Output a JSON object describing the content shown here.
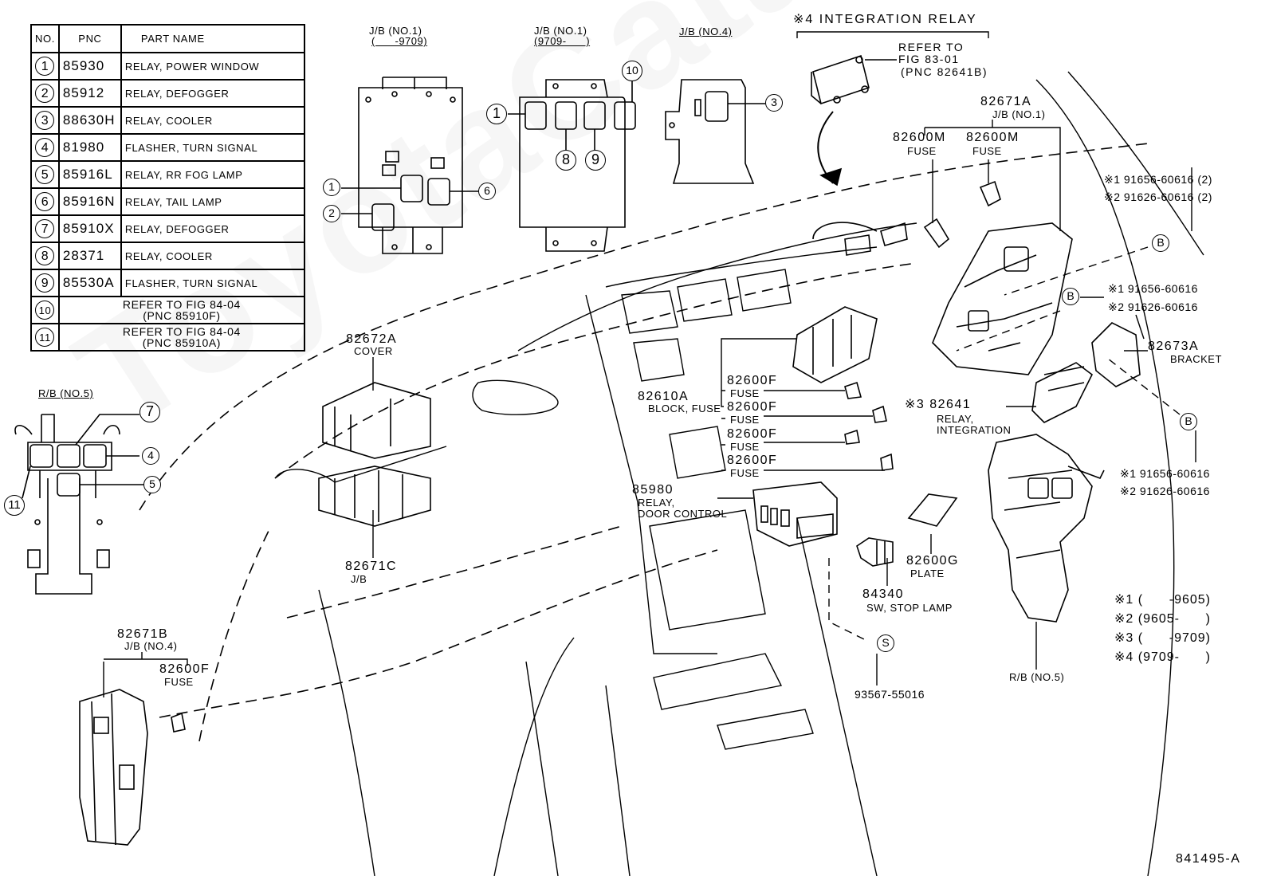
{
  "diagram": {
    "figure_id": "841495-A",
    "watermark": "ToyotaCatalog.ru"
  },
  "parts_table": {
    "headers": {
      "no": "NO.",
      "pnc": "PNC",
      "part_name": "PART NAME"
    },
    "rows": [
      {
        "no": "1",
        "pnc": "85930",
        "name": "RELAY, POWER WINDOW"
      },
      {
        "no": "2",
        "pnc": "85912",
        "name": "RELAY, DEFOGGER"
      },
      {
        "no": "3",
        "pnc": "88630H",
        "name": "RELAY, COOLER"
      },
      {
        "no": "4",
        "pnc": "81980",
        "name": "FLASHER, TURN SIGNAL"
      },
      {
        "no": "5",
        "pnc": "85916L",
        "name": "RELAY, RR FOG LAMP"
      },
      {
        "no": "6",
        "pnc": "85916N",
        "name": "RELAY, TAIL LAMP"
      },
      {
        "no": "7",
        "pnc": "85910X",
        "name": "RELAY, DEFOGGER"
      },
      {
        "no": "8",
        "pnc": "28371",
        "name": "RELAY, COOLER"
      },
      {
        "no": "9",
        "pnc": "85530A",
        "name": "FLASHER, TURN SIGNAL"
      }
    ],
    "refer_rows": [
      {
        "no": "10",
        "line1": "REFER TO FIG 84-04",
        "line2": "(PNC 85910F)"
      },
      {
        "no": "11",
        "line1": "REFER TO FIG 84-04",
        "line2": "(PNC 85910A)"
      }
    ]
  },
  "insets": {
    "jb1_old": {
      "title": "J/B (NO.1)",
      "range": "(      -9709)",
      "callouts": [
        "1",
        "2",
        "6"
      ]
    },
    "jb1_new": {
      "title": "J/B (NO.1)",
      "range": "(9709-      )",
      "callouts": [
        "1",
        "8",
        "9",
        "10"
      ]
    },
    "jb4": {
      "title": "J/B (NO.4)",
      "callouts": [
        "3"
      ]
    },
    "rb5": {
      "title": "R/B (NO.5)",
      "callouts": [
        "7",
        "4",
        "5",
        "11"
      ]
    }
  },
  "integration_relay": {
    "title": "※4 INTEGRATION RELAY",
    "refer_line1": "REFER TO",
    "refer_line2": "FIG 83-01",
    "refer_line3": "(PNC 82641B)"
  },
  "labels": {
    "jb1_main": {
      "pnc": "82671A",
      "sub": "J/B (NO.1)"
    },
    "fuse_m1": {
      "pnc": "82600M",
      "sub": "FUSE"
    },
    "fuse_m2": {
      "pnc": "82600M",
      "sub": "FUSE"
    },
    "bolt_top": {
      "l1": "※1 91656-60616 (2)",
      "l2": "※2 91626-60616 (2)"
    },
    "bolt_mid": {
      "l1": "※1 91656-60616",
      "l2": "※2 91626-60616"
    },
    "bolt_low": {
      "l1": "※1 91656-60616",
      "l2": "※2 91626-60616"
    },
    "bracket": {
      "pnc": "82673A",
      "sub": "BRACKET"
    },
    "relay_integration": {
      "pnc": "※3 82641",
      "sub1": "RELAY,",
      "sub2": "INTEGRATION"
    },
    "block_fuse": {
      "pnc": "82610A",
      "sub": "BLOCK, FUSE"
    },
    "fuse_f": [
      {
        "pnc": "82600F",
        "sub": "FUSE"
      },
      {
        "pnc": "82600F",
        "sub": "FUSE"
      },
      {
        "pnc": "82600F",
        "sub": "FUSE"
      },
      {
        "pnc": "82600F",
        "sub": "FUSE"
      }
    ],
    "cover": {
      "pnc": "82672A",
      "sub": "COVER"
    },
    "jb_c": {
      "pnc": "82671C",
      "sub": "J/B"
    },
    "door_relay": {
      "pnc": "85980",
      "sub1": "RELAY,",
      "sub2": "DOOR CONTROL"
    },
    "plate": {
      "pnc": "82600G",
      "sub": "PLATE"
    },
    "stop_lamp": {
      "pnc": "84340",
      "sub": "SW, STOP LAMP"
    },
    "screw": {
      "callout": "S",
      "pnc": "93567-55016"
    },
    "rb5_main": {
      "sub": "R/B (NO.5)"
    },
    "jb4_main": {
      "pnc": "82671B",
      "sub": "J/B (NO.4)"
    },
    "fuse_jb4": {
      "pnc": "82600F",
      "sub": "FUSE"
    },
    "bolt_callout": "B"
  },
  "notes": [
    "※1 (      -9605)",
    "※2 (9605-      )",
    "※3 (      -9709)",
    "※4 (9709-      )"
  ]
}
